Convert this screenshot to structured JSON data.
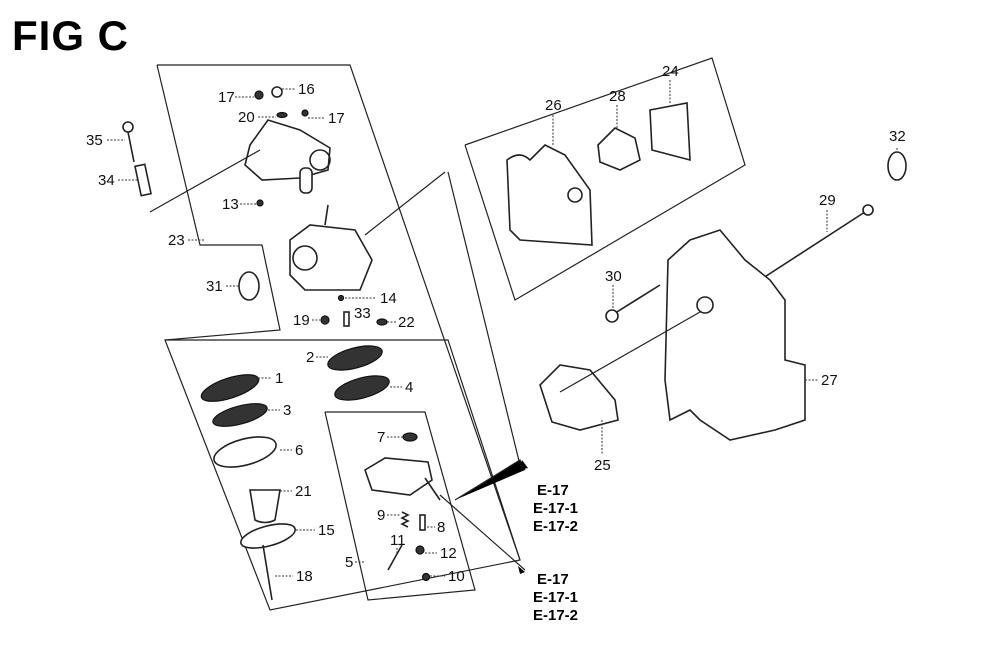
{
  "title": "FIG C",
  "part_labels": [
    {
      "id": "p35",
      "text": "35"
    },
    {
      "id": "p34",
      "text": "34"
    },
    {
      "id": "p17a",
      "text": "17"
    },
    {
      "id": "p16",
      "text": "16"
    },
    {
      "id": "p20",
      "text": "20"
    },
    {
      "id": "p17b",
      "text": "17"
    },
    {
      "id": "p13",
      "text": "13"
    },
    {
      "id": "p23",
      "text": "23"
    },
    {
      "id": "p31",
      "text": "31"
    },
    {
      "id": "p14",
      "text": "14"
    },
    {
      "id": "p19",
      "text": "19"
    },
    {
      "id": "p33",
      "text": "33"
    },
    {
      "id": "p22",
      "text": "22"
    },
    {
      "id": "p2",
      "text": "2"
    },
    {
      "id": "p1",
      "text": "1"
    },
    {
      "id": "p4",
      "text": "4"
    },
    {
      "id": "p3",
      "text": "3"
    },
    {
      "id": "p6",
      "text": "6"
    },
    {
      "id": "p21",
      "text": "21"
    },
    {
      "id": "p15",
      "text": "15"
    },
    {
      "id": "p18",
      "text": "18"
    },
    {
      "id": "p7",
      "text": "7"
    },
    {
      "id": "p9",
      "text": "9"
    },
    {
      "id": "p8",
      "text": "8"
    },
    {
      "id": "p11",
      "text": "11"
    },
    {
      "id": "p12",
      "text": "12"
    },
    {
      "id": "p5",
      "text": "5"
    },
    {
      "id": "p10",
      "text": "10"
    },
    {
      "id": "p26",
      "text": "26"
    },
    {
      "id": "p28",
      "text": "28"
    },
    {
      "id": "p24",
      "text": "24"
    },
    {
      "id": "p32",
      "text": "32"
    },
    {
      "id": "p29",
      "text": "29"
    },
    {
      "id": "p30",
      "text": "30"
    },
    {
      "id": "p27",
      "text": "27"
    },
    {
      "id": "p25",
      "text": "25"
    }
  ],
  "references": {
    "upper": [
      "E-17",
      "E-17-1",
      "E-17-2"
    ],
    "lower": [
      "E-17",
      "E-17-1",
      "E-17-2"
    ]
  }
}
